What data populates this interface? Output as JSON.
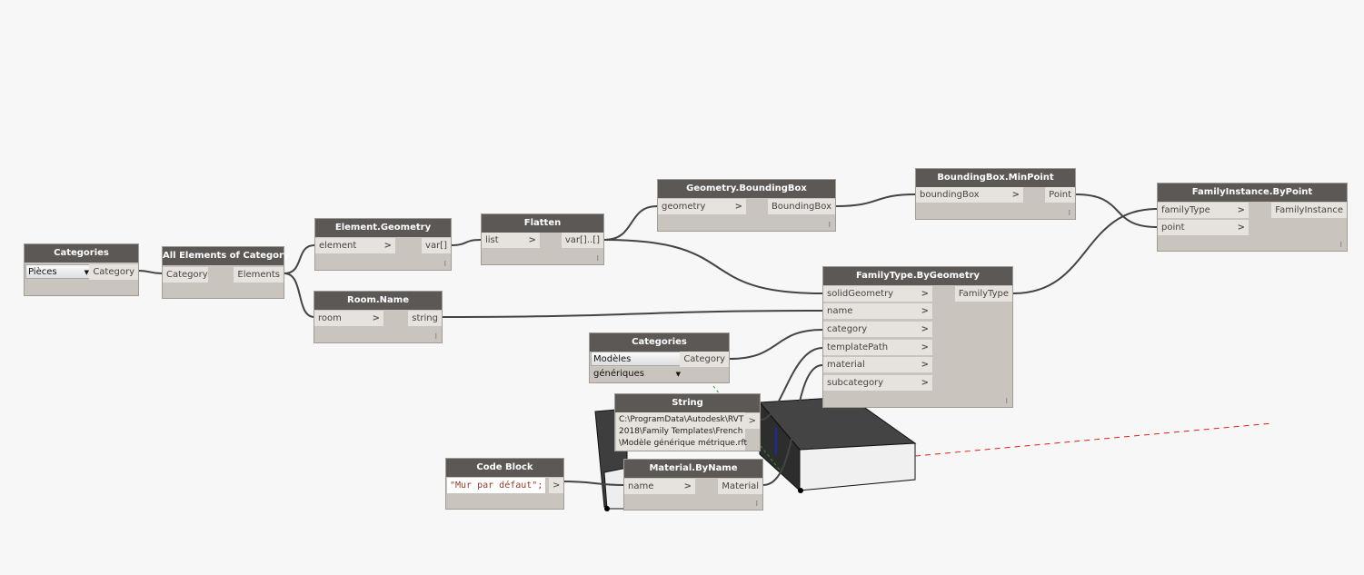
{
  "nodes": {
    "categories1": {
      "title": "Categories",
      "selected": "Pièces",
      "output": "Category"
    },
    "all_elements": {
      "title": "All Elements of Category",
      "input": "Category",
      "output": "Elements"
    },
    "element_geometry": {
      "title": "Element.Geometry",
      "input": "element",
      "output": "var[]"
    },
    "room_name": {
      "title": "Room.Name",
      "input": "room",
      "output": "string"
    },
    "flatten": {
      "title": "Flatten",
      "input": "list",
      "output": "var[]..[]"
    },
    "geometry_bbox": {
      "title": "Geometry.BoundingBox",
      "input": "geometry",
      "output": "BoundingBox"
    },
    "bbox_minpoint": {
      "title": "BoundingBox.MinPoint",
      "input": "boundingBox",
      "output": "Point"
    },
    "family_instance": {
      "title": "FamilyInstance.ByPoint",
      "inputs": [
        "familyType",
        "point"
      ],
      "output": "FamilyInstance"
    },
    "family_type": {
      "title": "FamilyType.ByGeometry",
      "inputs": [
        "solidGeometry",
        "name",
        "category",
        "templatePath",
        "material",
        "subcategory"
      ],
      "output": "FamilyType"
    },
    "categories2": {
      "title": "Categories",
      "selected": "Modèles génériques",
      "output": "Category"
    },
    "string": {
      "title": "String",
      "lines": [
        "C:\\ProgramData\\Autodesk\\RVT",
        "2018\\Family Templates\\French",
        "\\Modèle générique métrique.rft"
      ],
      "output": ">"
    },
    "code_block": {
      "title": "Code Block",
      "code": "\"Mur par défaut\";",
      "output": ">"
    },
    "material_byname": {
      "title": "Material.ByName",
      "input": "name",
      "output": "Material"
    }
  },
  "chevron": ">",
  "footer_mark": "I",
  "dropdown_arrow": "▼",
  "colors": {
    "header": "#5b5856",
    "body": "#c9c4be",
    "wire": "#444444",
    "axis_x": "#e02020",
    "axis_y": "#2a9a2a"
  }
}
